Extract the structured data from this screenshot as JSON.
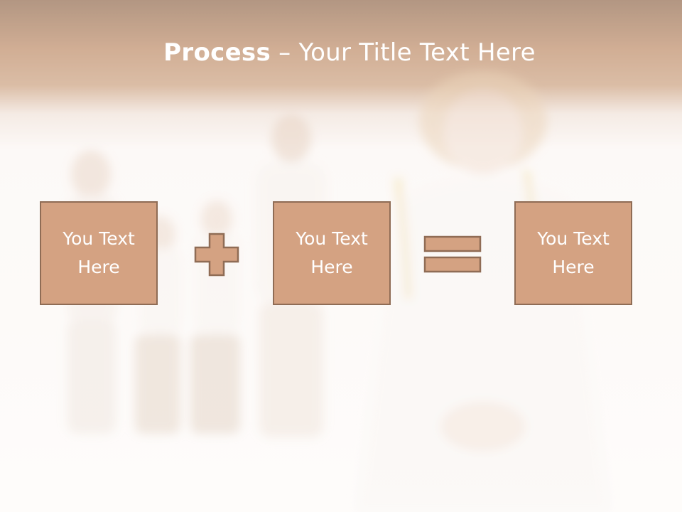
{
  "slide": {
    "title_bold": "Process",
    "title_rest": " – Your Title Text Here"
  },
  "process": {
    "boxes": [
      {
        "label": "You Text\nHere"
      },
      {
        "label": "You Text\nHere"
      },
      {
        "label": "You Text\nHere"
      }
    ],
    "operators": [
      "plus-icon",
      "equals-icon"
    ]
  },
  "colors": {
    "header": "#b9835c",
    "box_fill": "#d4a282",
    "box_border": "#8f6c55",
    "title_text": "#ffffff"
  }
}
